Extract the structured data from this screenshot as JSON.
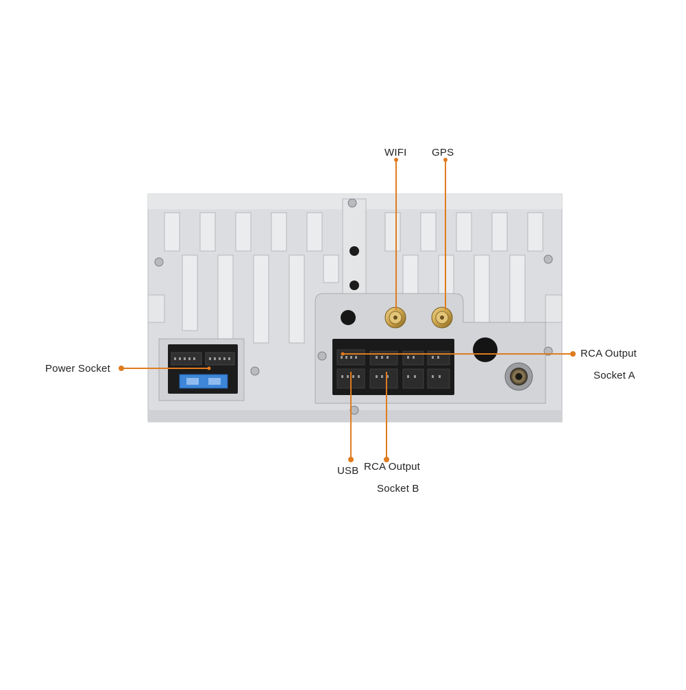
{
  "labels": {
    "wifi": "WIFI",
    "gps": "GPS",
    "rca_a_line1": "RCA Output",
    "rca_a_line2": "Socket A",
    "power": "Power Socket",
    "usb": "USB",
    "rca_b_line1": "RCA Output",
    "rca_b_line2": "Socket B"
  },
  "colors": {
    "callout": "#e07b1f",
    "chassis": "#d9dadc",
    "chassis_dark": "#c2c4c7",
    "connector": "#1c1c1c",
    "fuse": "#3d86d8",
    "gold": "#c9a14a"
  },
  "icons": [
    "screw-icon",
    "gold-antenna-connector",
    "lock-arrow-icon",
    "fuse-icon"
  ]
}
